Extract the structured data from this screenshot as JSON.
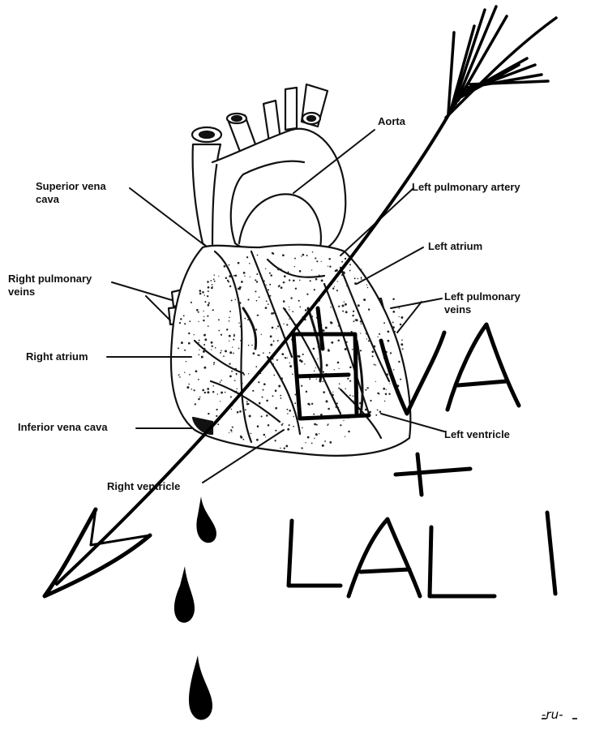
{
  "labels": {
    "aorta": "Aorta",
    "superior_vena_cava_1": "Superior vena",
    "superior_vena_cava_2": "cava",
    "left_pulmonary_artery": "Left pulmonary artery",
    "right_pulmonary_veins_1": "Right pulmonary",
    "right_pulmonary_veins_2": "veins",
    "left_atrium": "Left atrium",
    "left_pulmonary_veins_1": "Left pulmonary",
    "left_pulmonary_veins_2": "veins",
    "right_atrium": "Right atrium",
    "inferior_vena_cava": "Inferior vena cava",
    "left_ventricle": "Left ventricle",
    "right_ventricle": "Right ventricle"
  },
  "handwriting": {
    "name_top": "EVA",
    "plus": "+",
    "name_bottom": "LALI",
    "signature": "-ru-"
  }
}
